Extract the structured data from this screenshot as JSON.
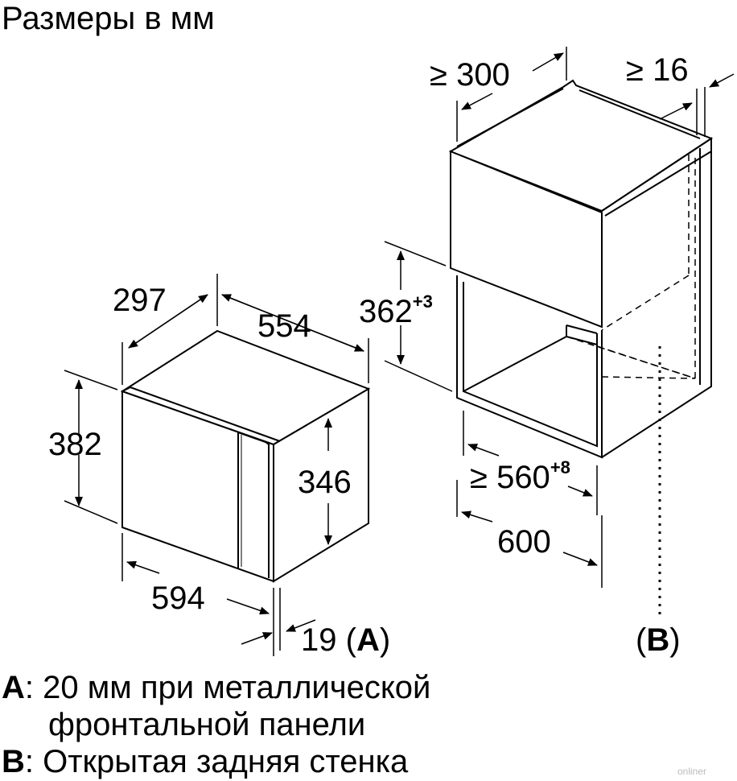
{
  "title": "Размеры в мм",
  "appliance": {
    "depth_top": "297",
    "width_top": "554",
    "height_total": "382",
    "height_front": "346",
    "width_front": "594",
    "front_offset": "19",
    "front_offset_marker": "A"
  },
  "niche": {
    "depth_min": "≥ 300",
    "gap_min": "≥ 16",
    "height": "362",
    "height_tolerance": "+3",
    "width_min": "≥ 560",
    "width_tolerance": "+8",
    "cabinet_width": "600",
    "marker": "B"
  },
  "notes": [
    {
      "key": "A",
      "text": ": 20 мм при металлической"
    },
    {
      "key": "",
      "text": "фронтальной панели"
    },
    {
      "key": "B",
      "text": ": Открытая задняя стенка"
    }
  ],
  "watermark": "onliner"
}
